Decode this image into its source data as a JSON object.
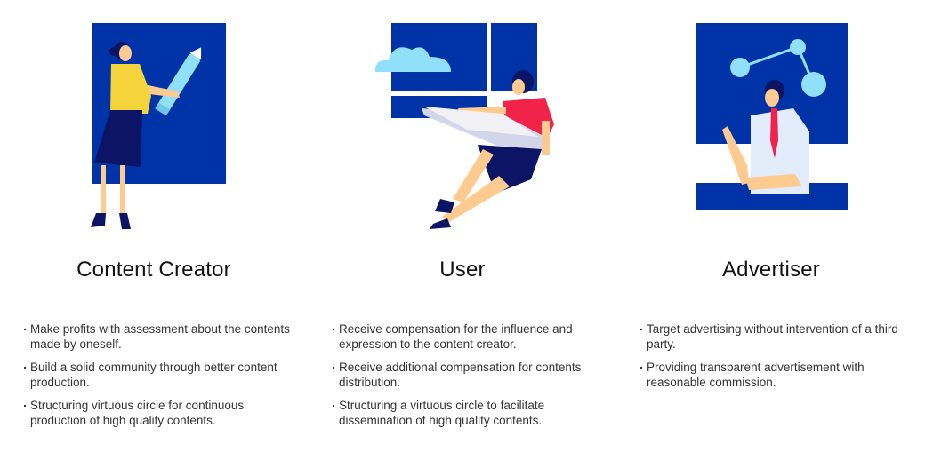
{
  "columns": [
    {
      "title": "Content Creator",
      "icon": "content-creator-illustration",
      "bullets": [
        "Make profits with assessment about the contents made by oneself.",
        "Build a solid community through better content production.",
        "Structuring virtuous circle for continuous production of high quality contents."
      ]
    },
    {
      "title": "User",
      "icon": "user-illustration",
      "bullets": [
        "Receive compensation for the influence and expression to the content creator.",
        "Receive additional compensation for contents distribution.",
        "Structuring a virtuous circle to facilitate dissemination of high quality contents."
      ]
    },
    {
      "title": "Advertiser",
      "icon": "advertiser-illustration",
      "bullets": [
        "Target advertising without intervention of a third party.",
        "Providing transparent advertisement with reasonable commission."
      ]
    }
  ],
  "colors": {
    "navy": "#0033a8",
    "yellow": "#f5d43b",
    "skin": "#fdca8f",
    "red": "#f2234a",
    "light_blue": "#90e0f9",
    "dark_navy": "#0c1466"
  }
}
